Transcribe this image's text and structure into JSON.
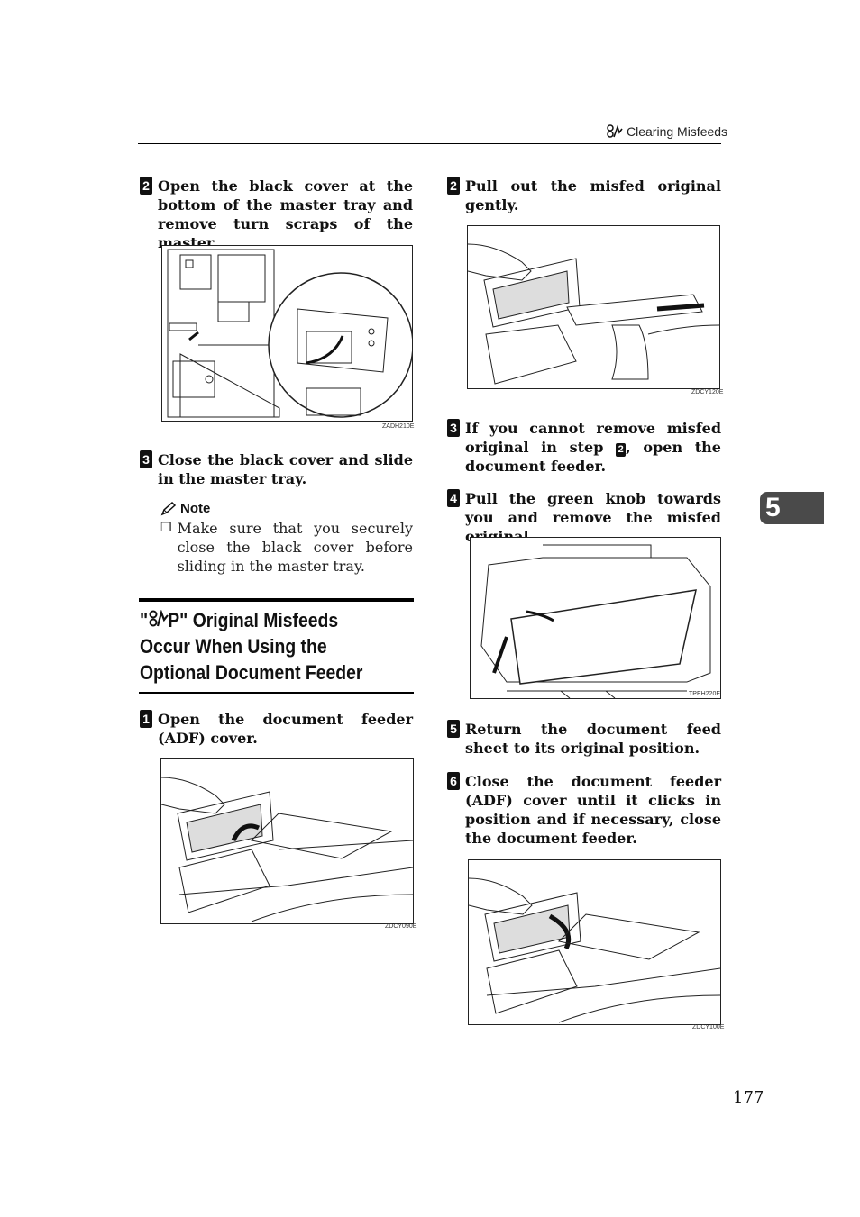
{
  "header": {
    "title": "Clearing Misfeeds",
    "icon": "misfeed-icon"
  },
  "chapter_tab": "5",
  "page_number": "177",
  "left": {
    "step_b": {
      "num": "2",
      "text": "Open the black cover at the bottom of the master tray and remove turn scraps of the master."
    },
    "fig1_id": "ZADH210E",
    "step_c": {
      "num": "3",
      "text": "Close the black cover and slide in the master tray."
    },
    "note": {
      "title": "Note",
      "item": "Make sure that you securely close the black cover before sliding in the master tray."
    },
    "section_title": [
      "\"  + P\" Original Misfeeds",
      "Occur When Using the",
      "Optional Document Feeder"
    ],
    "step_a": {
      "num": "1",
      "text": "Open the document feeder (ADF) cover."
    },
    "fig2_id": "ZDCY090E"
  },
  "right": {
    "step_b": {
      "num": "2",
      "text": "Pull out the misfed original gently."
    },
    "fig3_id": "ZDCY120E",
    "step_c": {
      "num": "3",
      "text_before": "If you cannot remove misfed original in step ",
      "ref": "2",
      "text_after": ", open the document feeder."
    },
    "step_d": {
      "num": "4",
      "text": "Pull the green knob towards you and remove the misfed original."
    },
    "fig4_id": "TPEH220E",
    "step_e": {
      "num": "5",
      "text": "Return the document feed sheet to its original position."
    },
    "step_f": {
      "num": "6",
      "text": "Close the document feeder (ADF) cover until it clicks in position and if necessary, close the document feeder."
    },
    "fig5_id": "ZDCY100E"
  }
}
